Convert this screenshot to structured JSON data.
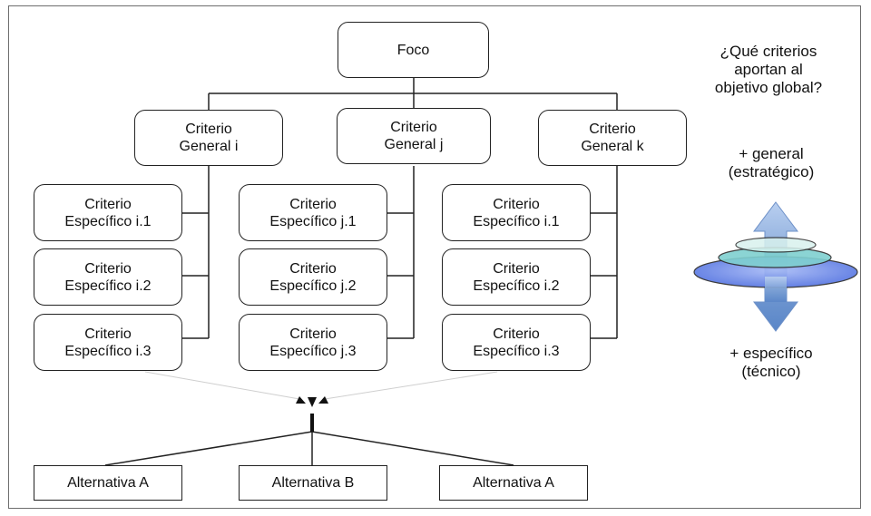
{
  "focus": "Foco",
  "question": [
    "¿Qué criterios",
    "aportan al",
    "objetivo global?"
  ],
  "general_criteria": [
    {
      "line1": "Criterio",
      "line2": "General i"
    },
    {
      "line1": "Criterio",
      "line2": "General j"
    },
    {
      "line1": "Criterio",
      "line2": "General k"
    }
  ],
  "specific_criteria": [
    [
      {
        "line1": "Criterio",
        "line2": "Específico i.1"
      },
      {
        "line1": "Criterio",
        "line2": "Específico i.2"
      },
      {
        "line1": "Criterio",
        "line2": "Específico i.3"
      }
    ],
    [
      {
        "line1": "Criterio",
        "line2": "Específico j.1"
      },
      {
        "line1": "Criterio",
        "line2": "Específico j.2"
      },
      {
        "line1": "Criterio",
        "line2": "Específico j.3"
      }
    ],
    [
      {
        "line1": "Criterio",
        "line2": "Específico i.1"
      },
      {
        "line1": "Criterio",
        "line2": "Específico i.2"
      },
      {
        "line1": "Criterio",
        "line2": "Específico i.3"
      }
    ]
  ],
  "alternatives": [
    "Alternativa A",
    "Alternativa B",
    "Alternativa A"
  ],
  "scale": {
    "top": [
      "+ general",
      "(estratégico)"
    ],
    "bottom": [
      "+ específico",
      "(técnico)"
    ]
  },
  "colors": {
    "border": "#222222",
    "arrow": "#7fa3d6",
    "disc_top": "#d9f2ee",
    "disc_mid": "#7fd0d0",
    "disc_bottom": "#5b7be0"
  }
}
